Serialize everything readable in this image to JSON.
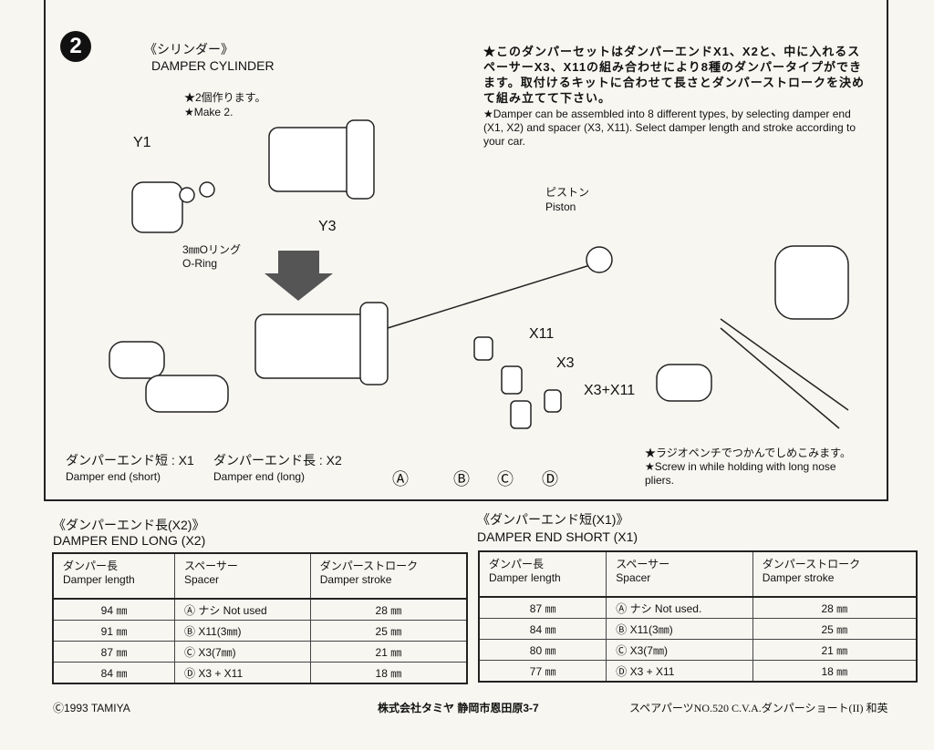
{
  "step_number": "2",
  "cylinder": {
    "title_jp": "《シリンダー》",
    "title_en": "DAMPER CYLINDER",
    "make_jp": "★2個作ります。",
    "make_en": "★Make 2."
  },
  "parts": {
    "y1": "Y1",
    "y3": "Y3",
    "oring_jp": "3㎜Oリング",
    "oring_en": "O-Ring",
    "piston_jp": "ピストン",
    "piston_en": "Piston",
    "x11": "X11",
    "x3": "X3",
    "x3x11": "X3+X11",
    "x1_jp": "ダンパーエンド短 : X1",
    "x1_en": "Damper end (short)",
    "x2_jp": "ダンパーエンド長 : X2",
    "x2_en": "Damper end (long)",
    "markers": [
      "Ⓐ",
      "Ⓑ",
      "Ⓒ",
      "Ⓓ"
    ]
  },
  "notes": {
    "types_jp": "★このダンパーセットはダンパーエンドX1、X2と、中に入れるスペーサーX3、X11の組み合わせにより8種のダンパータイプができます。取付けるキットに合わせて長さとダンパーストロークを決めて組み立てて下さい。",
    "types_en": "★Damper can be assembled into 8 different types, by selecting damper end (X1, X2) and spacer (X3, X11). Select damper length and stroke according to your car.",
    "pliers_jp": "★ラジオペンチでつかんでしめこみます。",
    "pliers_en": "★Screw in while holding with long nose pliers."
  },
  "tables": [
    {
      "title_jp": "《ダンパーエンド長(X2)》",
      "title_en": "DAMPER END LONG (X2)",
      "headers": [
        {
          "jp": "ダンパー長",
          "en": "Damper length"
        },
        {
          "jp": "スペーサー",
          "en": "Spacer"
        },
        {
          "jp": "ダンパーストローク",
          "en": "Damper stroke"
        }
      ],
      "rows": [
        [
          "94 ㎜",
          "Ⓐ ナシ Not used",
          "28 ㎜"
        ],
        [
          "91 ㎜",
          "Ⓑ X11(3㎜)",
          "25 ㎜"
        ],
        [
          "87 ㎜",
          "Ⓒ X3(7㎜)",
          "21 ㎜"
        ],
        [
          "84 ㎜",
          "Ⓓ X3 + X11",
          "18 ㎜"
        ]
      ]
    },
    {
      "title_jp": "《ダンパーエンド短(X1)》",
      "title_en": "DAMPER END SHORT (X1)",
      "headers": [
        {
          "jp": "ダンパー長",
          "en": "Damper length"
        },
        {
          "jp": "スペーサー",
          "en": "Spacer"
        },
        {
          "jp": "ダンパーストローク",
          "en": "Damper stroke"
        }
      ],
      "rows": [
        [
          "87 ㎜",
          "Ⓐ ナシ Not used.",
          "28 ㎜"
        ],
        [
          "84 ㎜",
          "Ⓑ X11(3㎜)",
          "25 ㎜"
        ],
        [
          "80 ㎜",
          "Ⓒ X3(7㎜)",
          "21 ㎜"
        ],
        [
          "77 ㎜",
          "Ⓓ X3 + X11",
          "18 ㎜"
        ]
      ]
    }
  ],
  "footer": {
    "copyright": "Ⓒ1993 TAMIYA",
    "company": "株式会社タミヤ 静岡市恩田原3-7",
    "part": "スペアパーツNO.520 C.V.A.ダンパーショート(II) 和英"
  }
}
